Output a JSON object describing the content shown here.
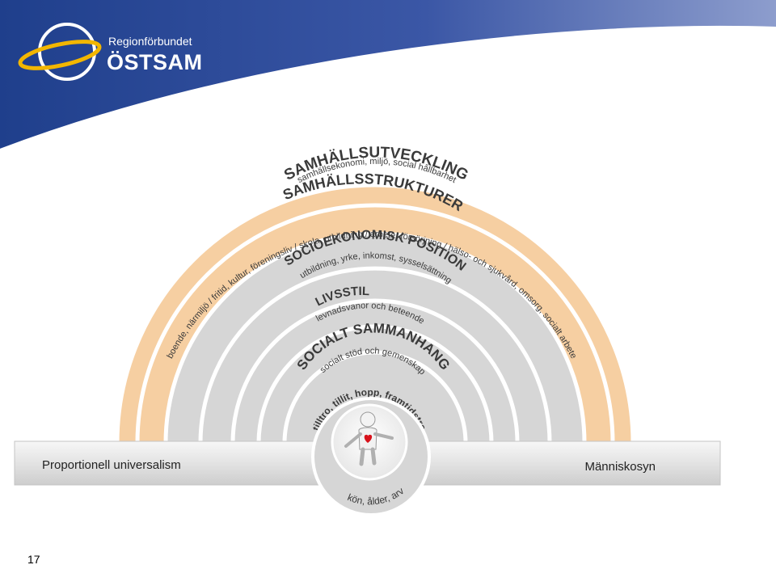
{
  "logo": {
    "small_text": "Regionförbundet",
    "big_text": "ÖSTSAM"
  },
  "layers": [
    {
      "title": "SAMHÄLLSUTVECKLING",
      "subtitle": "samhällsekonomi, miljö, social hållbarhet"
    },
    {
      "title": "SAMHÄLLSSTRUKTURER",
      "subtitle": "boende, närmiljö / fritid, kultur, föreningsliv / skola, utbildning / arbete, försörjning / hälso- och sjukvård, omsorg, socialt arbete"
    },
    {
      "title": "SOCIOEKONOMISK POSITION",
      "subtitle": "utbildning, yrke, inkomst, sysselsättning"
    },
    {
      "title": "LIVSSTIL",
      "subtitle": "levnadsvanor och beteende"
    },
    {
      "title": "SOCIALT SAMMANHANG",
      "subtitle": "socialt stöd och gemenskap"
    }
  ],
  "core": {
    "text": "tilltro, tillit, hopp, framtidstro",
    "bottom_text": "kön, ålder, arv"
  },
  "bar": {
    "left_label": "Proportionell universalism",
    "right_label": "Människosyn"
  },
  "colors": {
    "header_blue": "#2d4b9a",
    "orange_band": "#f6cfa2",
    "gray_band": "#d4d4d4",
    "logo_yellow": "#f2b600",
    "heart_red": "#d8121b"
  },
  "page_number": "17"
}
